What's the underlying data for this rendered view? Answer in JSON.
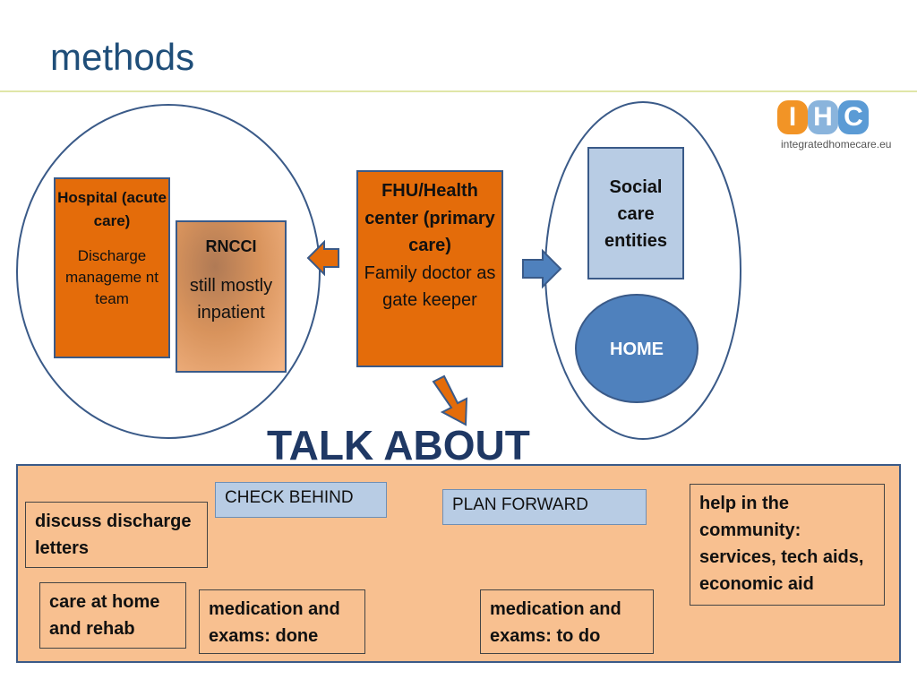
{
  "title": "methods",
  "logo": {
    "letters": [
      "I",
      "H",
      "C"
    ],
    "letter_colors": [
      "#f29426",
      "#8ab4dc",
      "#5b9bd5"
    ],
    "website": "integratedhomecare.eu"
  },
  "hospital": {
    "heading": "Hospital (acute care)",
    "sub": "Discharge manageme nt team"
  },
  "rncci": {
    "heading": "RNCCI",
    "sub": "still mostly inpatient"
  },
  "fhu": {
    "heading": "FHU/Health center (primary care)",
    "sub": "Family doctor as gate keeper"
  },
  "social": {
    "label": "Social care entities"
  },
  "home": {
    "label": "HOME"
  },
  "talk_about": "TALK ABOUT",
  "check_behind": "CHECK BEHIND",
  "plan_forward": "PLAN FORWARD",
  "notes": {
    "discharge_letters": "discuss discharge letters",
    "care_home": "care at home and rehab",
    "med_done": "medication and exams: done",
    "med_todo": "medication and exams: to do",
    "community": "help in the community: services, tech aids, economic aid"
  },
  "colors": {
    "title": "#1f4e79",
    "orange_box": "#e46c0a",
    "panel": "#f8c090",
    "light_blue": "#b8cce4",
    "home_blue": "#4f81bd",
    "border_blue": "#3a5a88",
    "arrow_orange": "#e46c0a",
    "arrow_blue": "#4f81bd"
  }
}
